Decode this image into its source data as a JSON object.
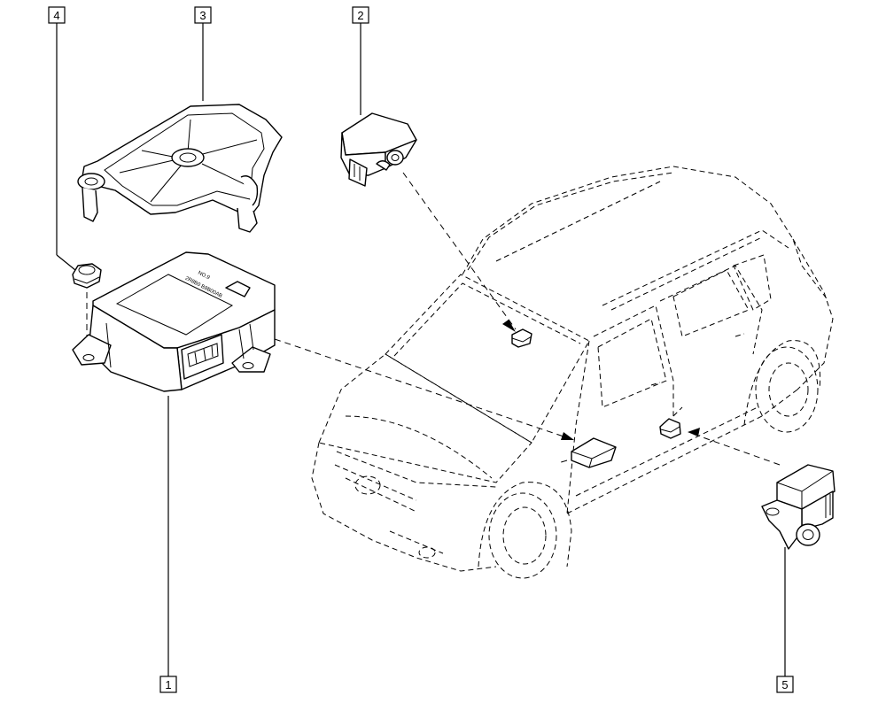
{
  "callouts": [
    {
      "number": "1",
      "part": "airbag-control-unit"
    },
    {
      "number": "2",
      "part": "impact-sensor"
    },
    {
      "number": "3",
      "part": "mounting-bracket"
    },
    {
      "number": "4",
      "part": "nut"
    },
    {
      "number": "5",
      "part": "side-impact-sensor"
    }
  ],
  "unit_label": {
    "line1": "NO.9",
    "line2": "2R8B0 B8B00AB"
  },
  "colors": {
    "line": "#000000",
    "background": "#ffffff"
  }
}
